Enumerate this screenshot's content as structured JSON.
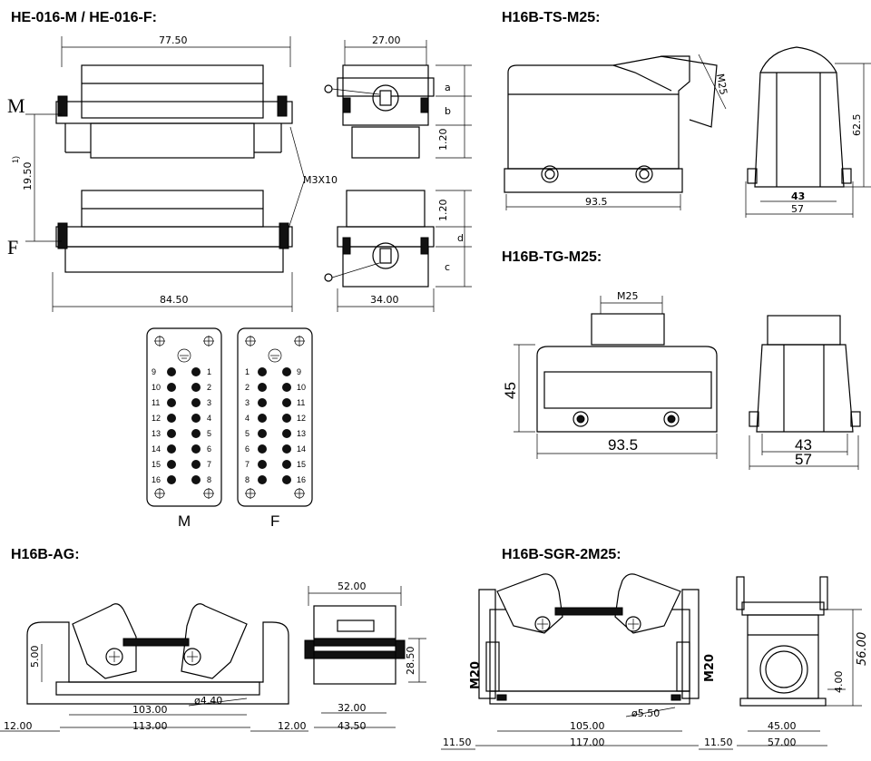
{
  "titles": {
    "he016": "HE-016-M / HE-016-F:",
    "ts": "H16B-TS-M25:",
    "tg": "H16B-TG-M25:",
    "ag": "H16B-AG:",
    "sgr": "H16B-SGR-2M25:"
  },
  "he016": {
    "dim_top": "77.50",
    "dim_bottom": "84.50",
    "dim_height": "19.50",
    "dim_height_note": "1)",
    "label_m": "M",
    "label_f": "F",
    "screw": "M3X10",
    "side_top": "27.00",
    "side_bottom": "34.00",
    "side_a": "a",
    "side_b": "b",
    "side_c": "c",
    "side_d": "d",
    "side_120_top": "1.20",
    "side_120_bottom": "1.20"
  },
  "pinout": {
    "m_label": "M",
    "f_label": "F",
    "m_left": [
      "9",
      "10",
      "11",
      "12",
      "13",
      "14",
      "15",
      "16"
    ],
    "m_right": [
      "1",
      "2",
      "3",
      "4",
      "5",
      "6",
      "7",
      "8"
    ],
    "f_left": [
      "1",
      "2",
      "3",
      "4",
      "5",
      "6",
      "7",
      "8"
    ],
    "f_right": [
      "9",
      "10",
      "11",
      "12",
      "13",
      "14",
      "15",
      "16"
    ]
  },
  "ts": {
    "width": "93.5",
    "height": "62.5",
    "cable": "M25",
    "side_inner": "43",
    "side_outer": "57"
  },
  "tg": {
    "width": "93.5",
    "height": "45",
    "cable": "M25",
    "side_inner": "43",
    "side_outer": "57"
  },
  "ag": {
    "dim_5": "5.00",
    "hole": "ø4.40",
    "inner": "103.00",
    "outer": "113.00",
    "flange_left": "12.00",
    "flange_right": "12.00",
    "side_top": "52.00",
    "side_h": "28.50",
    "side_inner": "32.00",
    "side_outer": "43.50"
  },
  "sgr": {
    "m20_left": "M20",
    "m20_right": "M20",
    "hole": "ø5.50",
    "inner": "105.00",
    "outer": "117.00",
    "flange_left": "11.50",
    "flange_right": "11.50",
    "side_h": "56.00",
    "side_small": "4.00",
    "side_inner": "45.00",
    "side_outer": "57.00"
  }
}
